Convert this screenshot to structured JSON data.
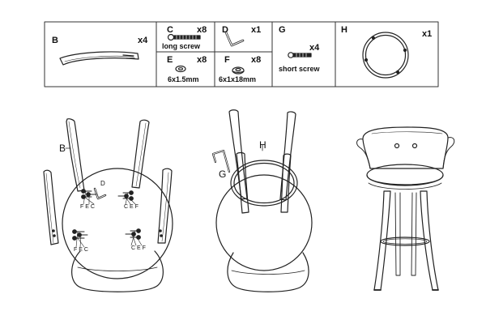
{
  "parts_table": {
    "B": {
      "letter": "B",
      "qty": "x4"
    },
    "C": {
      "letter": "C",
      "qty": "x8",
      "desc": "long screw"
    },
    "D": {
      "letter": "D",
      "qty": "x1"
    },
    "E": {
      "letter": "E",
      "qty": "x8",
      "desc": "6x1.5mm"
    },
    "F": {
      "letter": "F",
      "qty": "x8",
      "desc": "6x1x18mm"
    },
    "G": {
      "letter": "G",
      "qty": "x4",
      "desc": "short screw"
    },
    "H": {
      "letter": "H",
      "qty": "x1"
    }
  },
  "step1": {
    "label_B": "B",
    "label_D": "D",
    "callout_tl": "F E C",
    "callout_tr": "C E F",
    "callout_bl": "F E C",
    "callout_br": "C E F"
  },
  "step2": {
    "label_H": "H",
    "label_G": "G"
  }
}
